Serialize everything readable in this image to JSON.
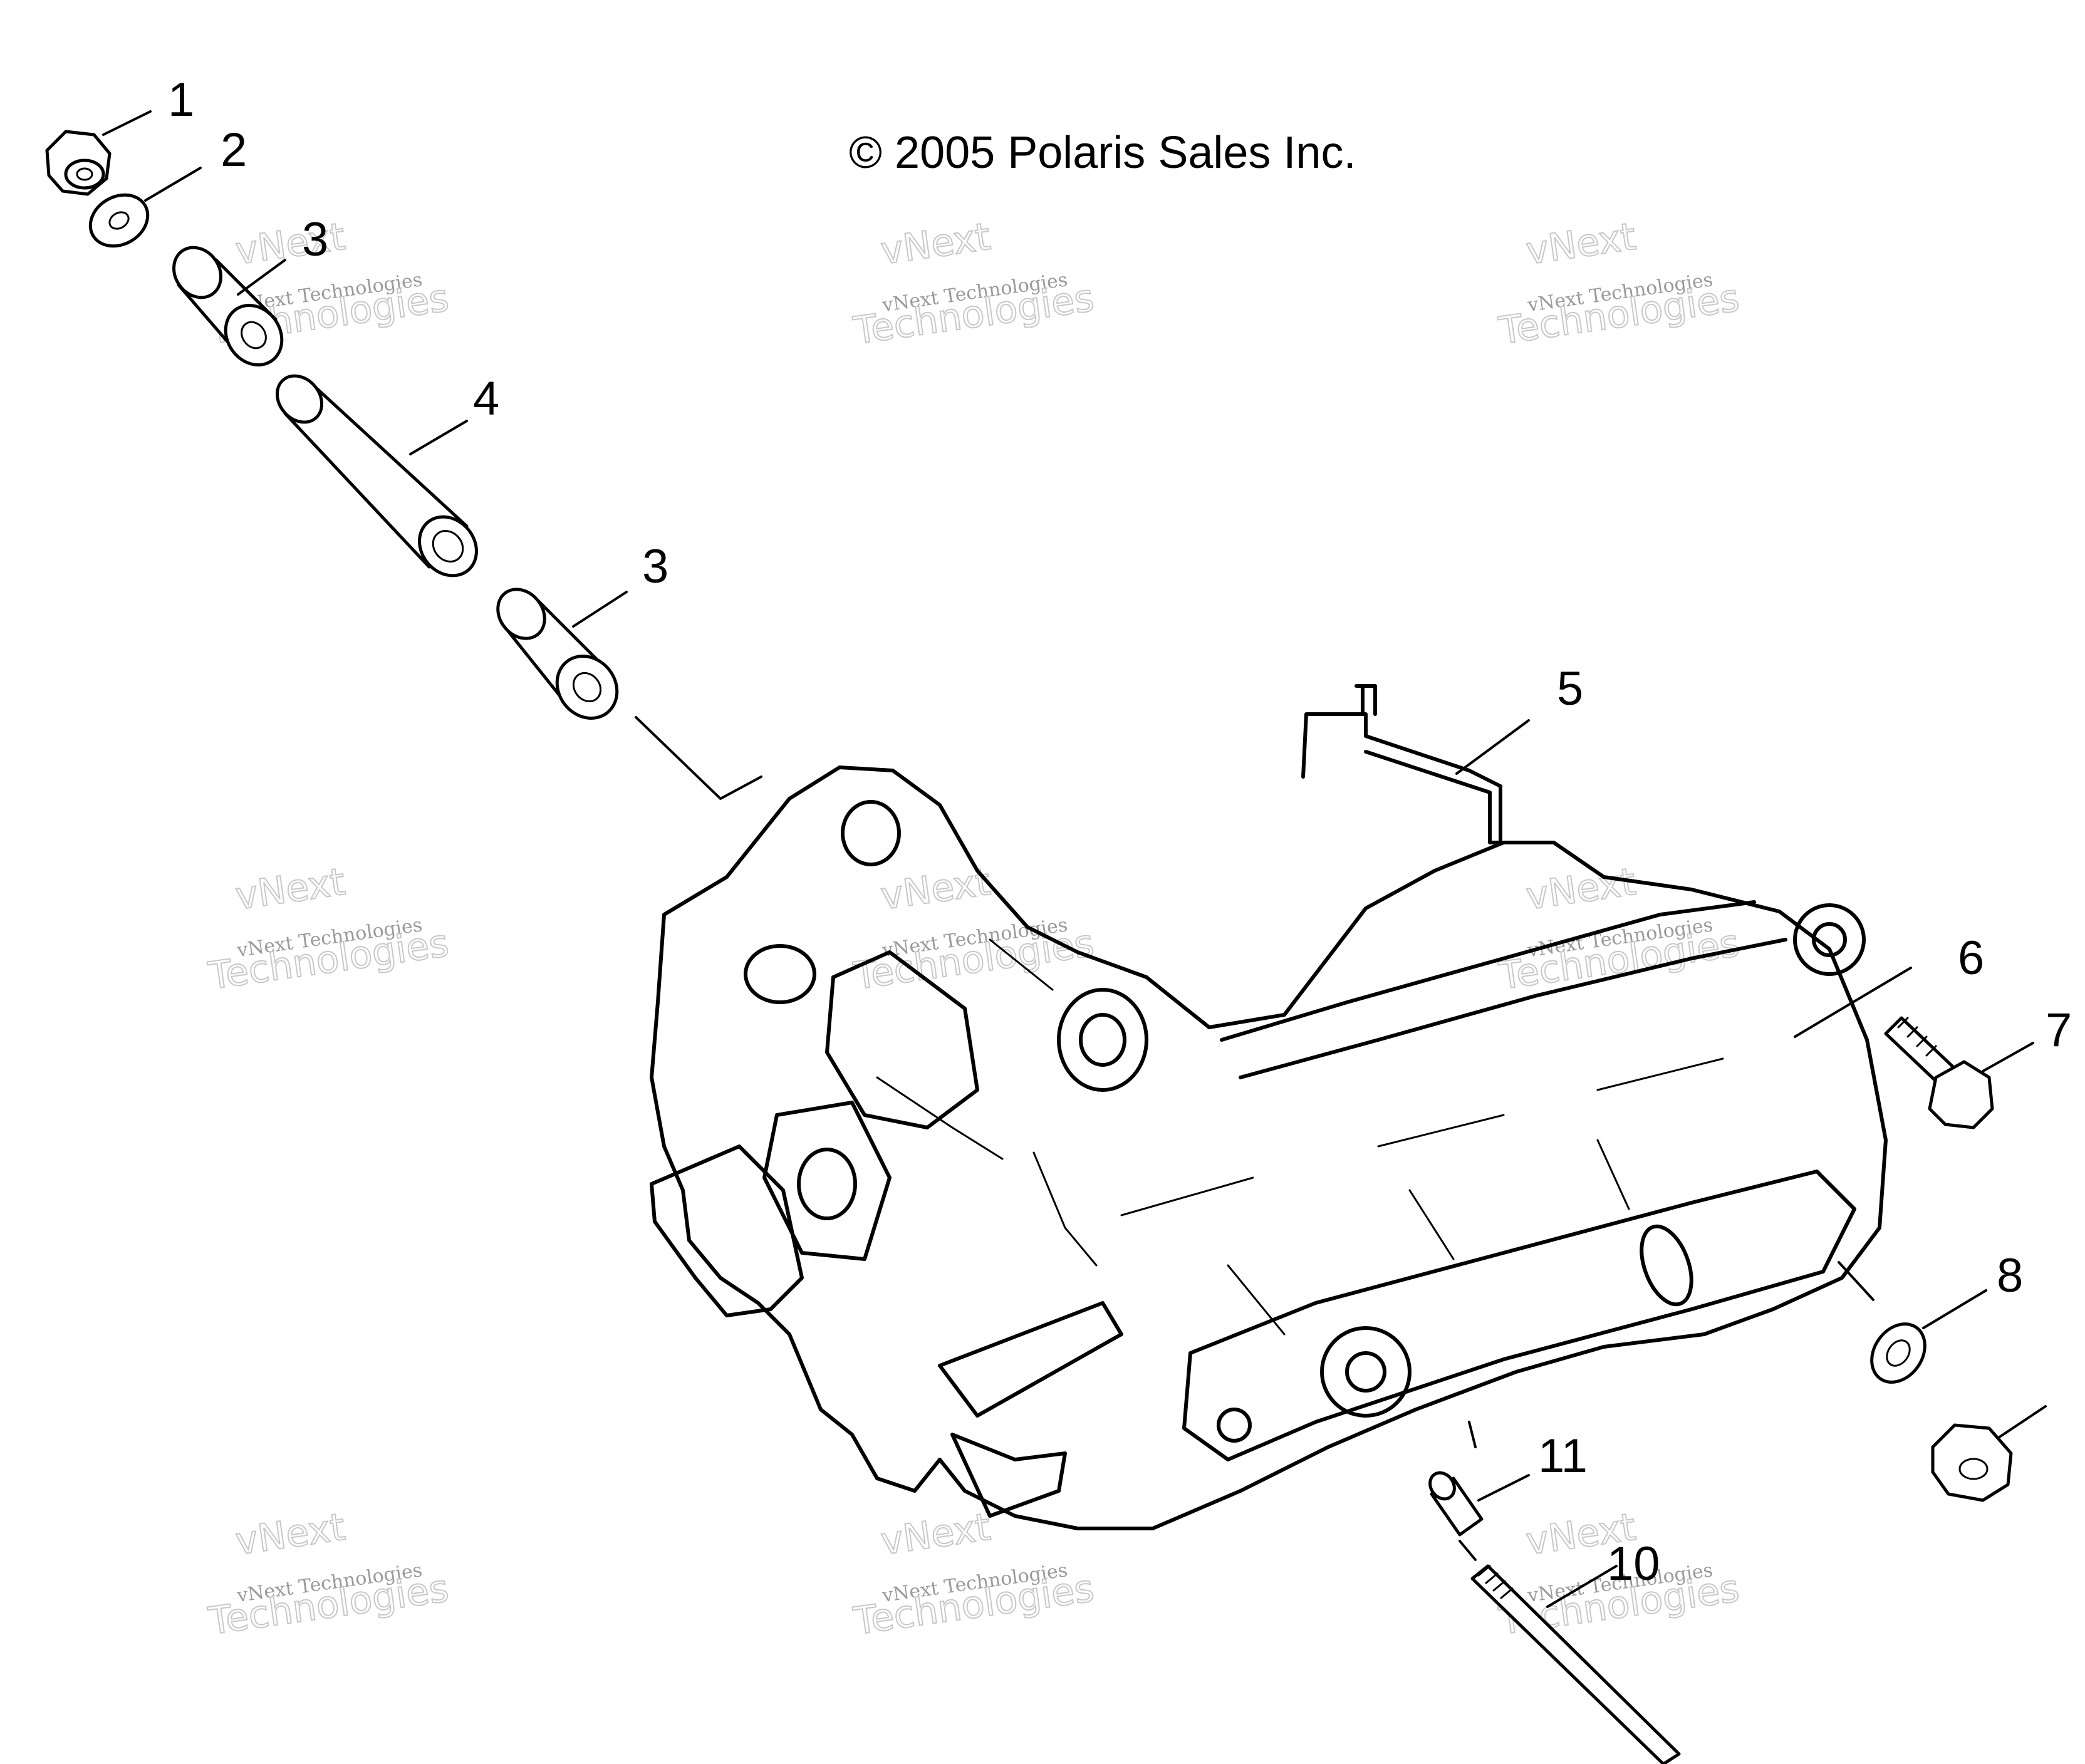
{
  "copyright": "© 2005 Polaris Sales Inc.",
  "watermark": {
    "line1": "vNext",
    "line2": "vNext Technologies",
    "line3": "Technologies"
  },
  "callouts": {
    "c1": "1",
    "c2": "2",
    "c3a": "3",
    "c4": "4",
    "c3b": "3",
    "c5": "5",
    "c6": "6",
    "c7": "7",
    "c8": "8",
    "c10": "10",
    "c11": "11"
  }
}
